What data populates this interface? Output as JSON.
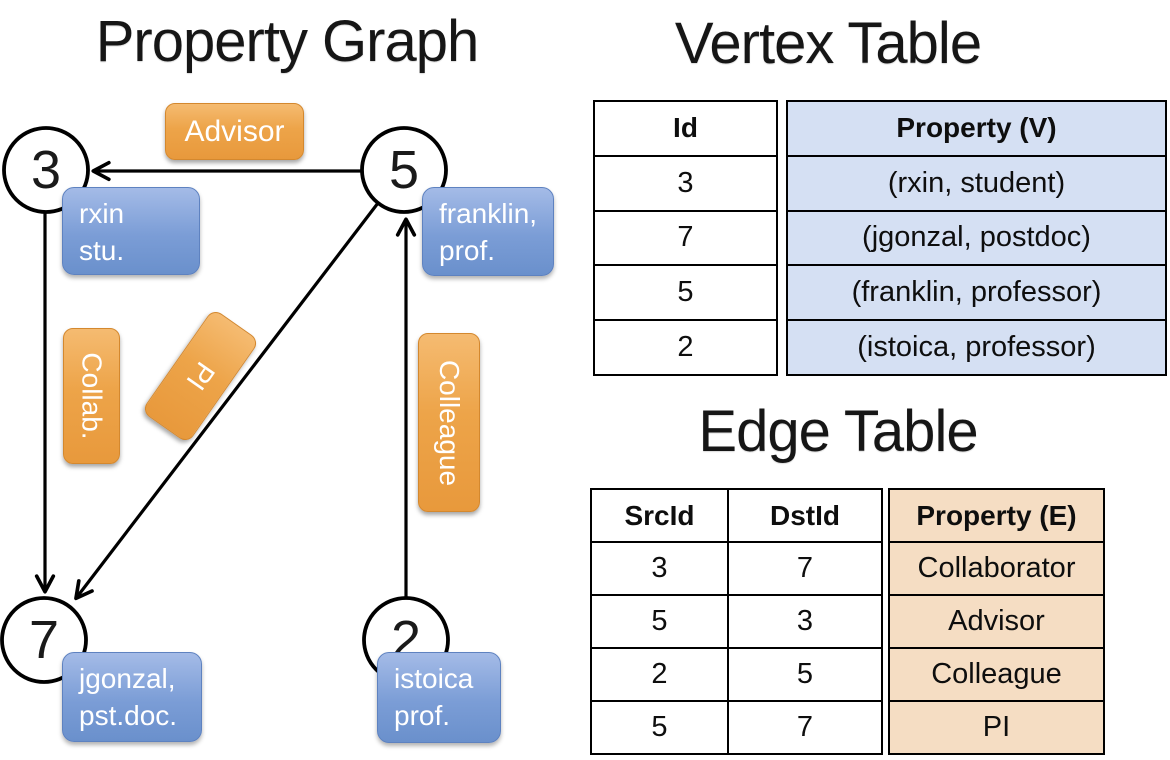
{
  "graph": {
    "title": "Property Graph",
    "nodes": [
      {
        "id": "3",
        "prop_line1": "rxin",
        "prop_line2": "stu."
      },
      {
        "id": "5",
        "prop_line1": "franklin,",
        "prop_line2": "prof."
      },
      {
        "id": "7",
        "prop_line1": "jgonzal,",
        "prop_line2": "pst.doc."
      },
      {
        "id": "2",
        "prop_line1": "istoica",
        "prop_line2": "prof."
      }
    ],
    "edge_labels": {
      "advisor": "Advisor",
      "collab": "Collab.",
      "pi": "PI",
      "colleague": "Colleague"
    }
  },
  "vertex_table": {
    "title": "Vertex Table",
    "columns": {
      "id": "Id",
      "property": "Property (V)"
    },
    "rows": [
      {
        "id": "3",
        "property": "(rxin, student)"
      },
      {
        "id": "7",
        "property": "(jgonzal, postdoc)"
      },
      {
        "id": "5",
        "property": "(franklin, professor)"
      },
      {
        "id": "2",
        "property": "(istoica, professor)"
      }
    ]
  },
  "edge_table": {
    "title": "Edge Table",
    "columns": {
      "src": "SrcId",
      "dst": "DstId",
      "property": "Property (E)"
    },
    "rows": [
      {
        "src": "3",
        "dst": "7",
        "property": "Collaborator"
      },
      {
        "src": "5",
        "dst": "3",
        "property": "Advisor"
      },
      {
        "src": "2",
        "dst": "5",
        "property": "Colleague"
      },
      {
        "src": "5",
        "dst": "7",
        "property": "PI"
      }
    ]
  },
  "colors": {
    "edge_label_orange": "#EDA449",
    "node_prop_blue": "#7B9DD6",
    "vertex_table_fill": "#D5E0F3",
    "edge_table_fill": "#F5DDC3",
    "line_black": "#000000"
  }
}
